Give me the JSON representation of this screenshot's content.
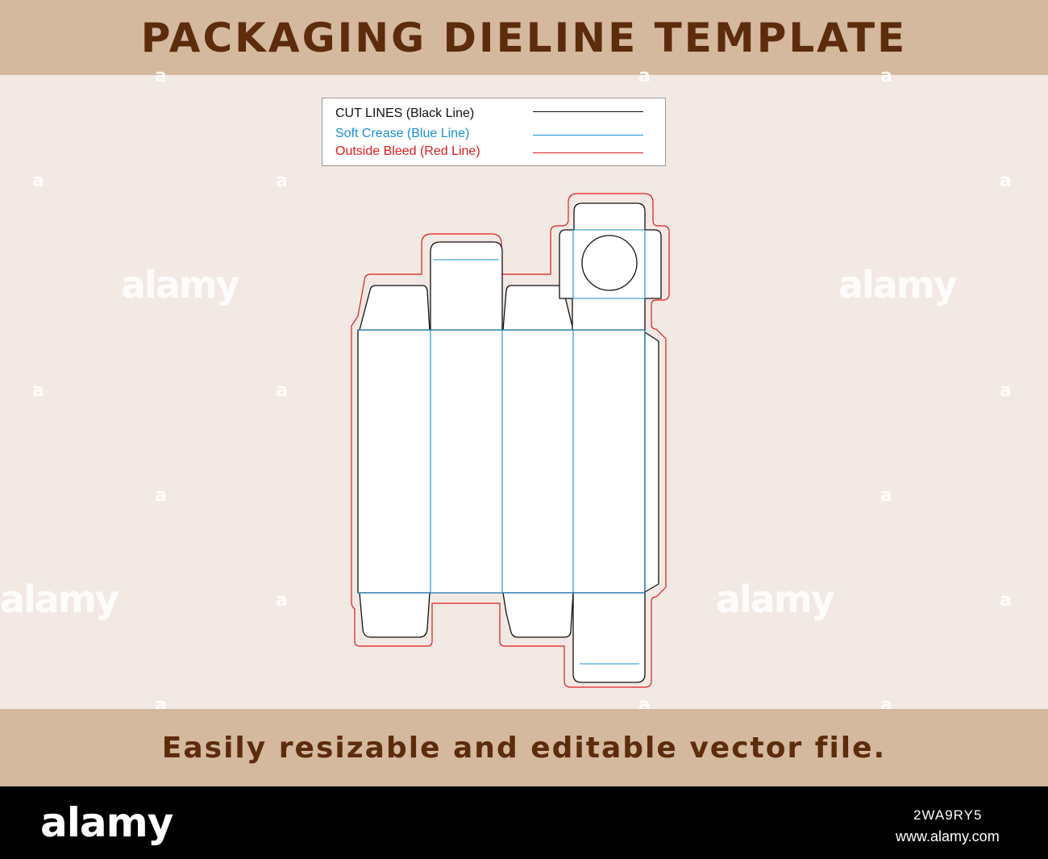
{
  "header": {
    "title": "PACKAGING DIELINE TEMPLATE"
  },
  "legend": {
    "items": [
      {
        "label": "CUT LINES (Black Line)",
        "color": "#111111"
      },
      {
        "label": "Soft Crease (Blue Line)",
        "color": "#1a8fd6"
      },
      {
        "label": "Outside Bleed (Red Line)",
        "color": "#e01b1b"
      }
    ]
  },
  "tagline": "Easily resizable and editable vector file.",
  "watermark": {
    "word": "alamy",
    "letter": "a"
  },
  "footer": {
    "logo": "alamy",
    "image_id": "2WA9RY5",
    "url": "www.alamy.com"
  },
  "colors": {
    "band": "#d4b99f",
    "background": "#f3e9e4",
    "title_text": "#5c2c0c",
    "cut_line": "#111111",
    "crease_line": "#1a8fd6",
    "bleed_line": "#e01b1b"
  }
}
